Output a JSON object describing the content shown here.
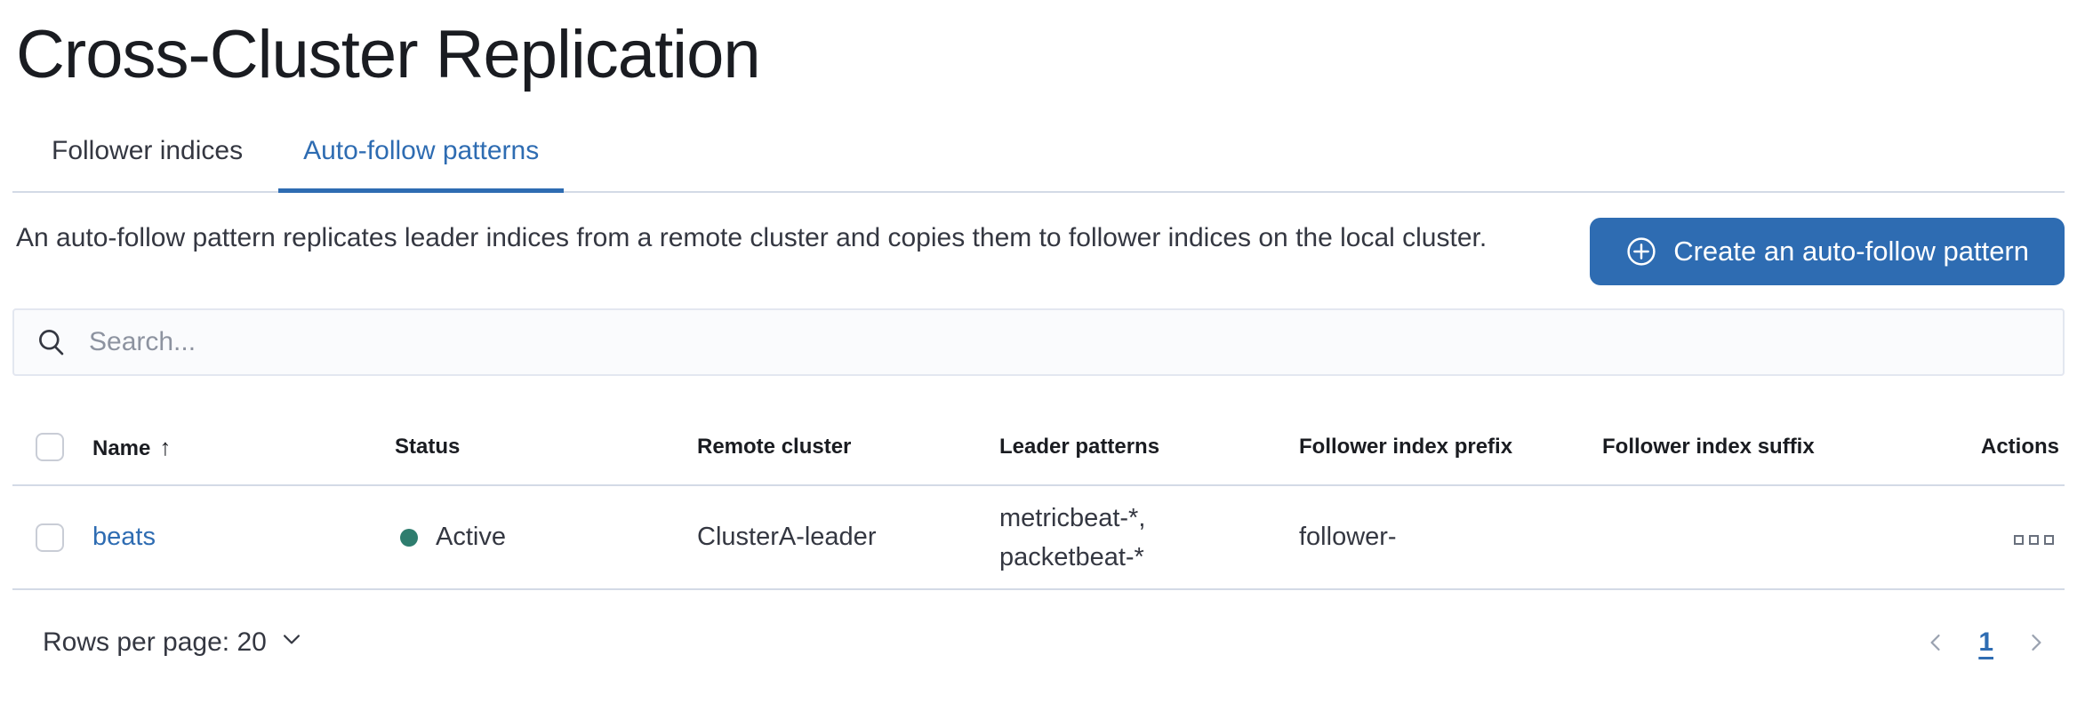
{
  "page": {
    "title": "Cross-Cluster Replication"
  },
  "tabs": [
    {
      "label": "Follower indices",
      "active": false
    },
    {
      "label": "Auto-follow patterns",
      "active": true
    }
  ],
  "description": "An auto-follow pattern replicates leader indices from a remote cluster and copies them to follower indices on the local cluster.",
  "create_button": {
    "label": "Create an auto-follow pattern",
    "icon": "plus-in-circle-icon"
  },
  "search": {
    "placeholder": "Search...",
    "value": "",
    "icon": "search-icon"
  },
  "table": {
    "columns": {
      "name": "Name",
      "status": "Status",
      "remote_cluster": "Remote cluster",
      "leader_patterns": "Leader patterns",
      "follower_index_prefix": "Follower index prefix",
      "follower_index_suffix": "Follower index suffix",
      "actions": "Actions"
    },
    "sort": {
      "column": "Name",
      "direction": "ascending",
      "arrow": "↑"
    },
    "rows": [
      {
        "name": "beats",
        "status": "Active",
        "remote_cluster": "ClusterA-leader",
        "leader_patterns_lines": [
          "metricbeat-*,",
          "packetbeat-*"
        ],
        "follower_index_prefix": "follower-",
        "follower_index_suffix": "",
        "actions_icon": "boxes-horizontal-icon"
      }
    ]
  },
  "footer": {
    "rows_per_page_label": "Rows per page: 20",
    "pagination": {
      "current_page": "1",
      "prev_icon": "chevron-left-icon",
      "next_icon": "chevron-right-icon"
    }
  },
  "colors": {
    "accent_blue": "#2e6cb2",
    "link_blue": "#2e6cb2",
    "status_active_green": "#2e7d6e",
    "divider_gray": "#d3dae6",
    "text": "#343741",
    "heading_text": "#1a1c21",
    "placeholder_gray": "#8d93a0"
  }
}
